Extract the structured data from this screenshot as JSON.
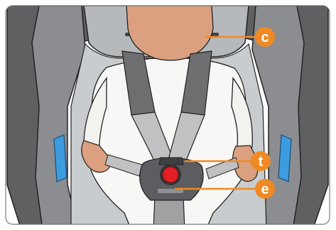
{
  "callouts": [
    {
      "id": "c",
      "label": "c",
      "color": "#f08a24"
    },
    {
      "id": "t",
      "label": "t",
      "color": "#f08a24"
    },
    {
      "id": "e",
      "label": "e",
      "color": "#f08a24"
    }
  ],
  "colors": {
    "frame": "#7a7a7a",
    "seat_shell": "#a7aaae",
    "seat_inner": "#c9ccce",
    "harness": "#6d6e70",
    "harness_light": "#bfc1c3",
    "skin": "#dba07f",
    "clothing": "#f7f7f5",
    "buckle_button": "#e41f26",
    "side_clip": "#3d9be0"
  }
}
